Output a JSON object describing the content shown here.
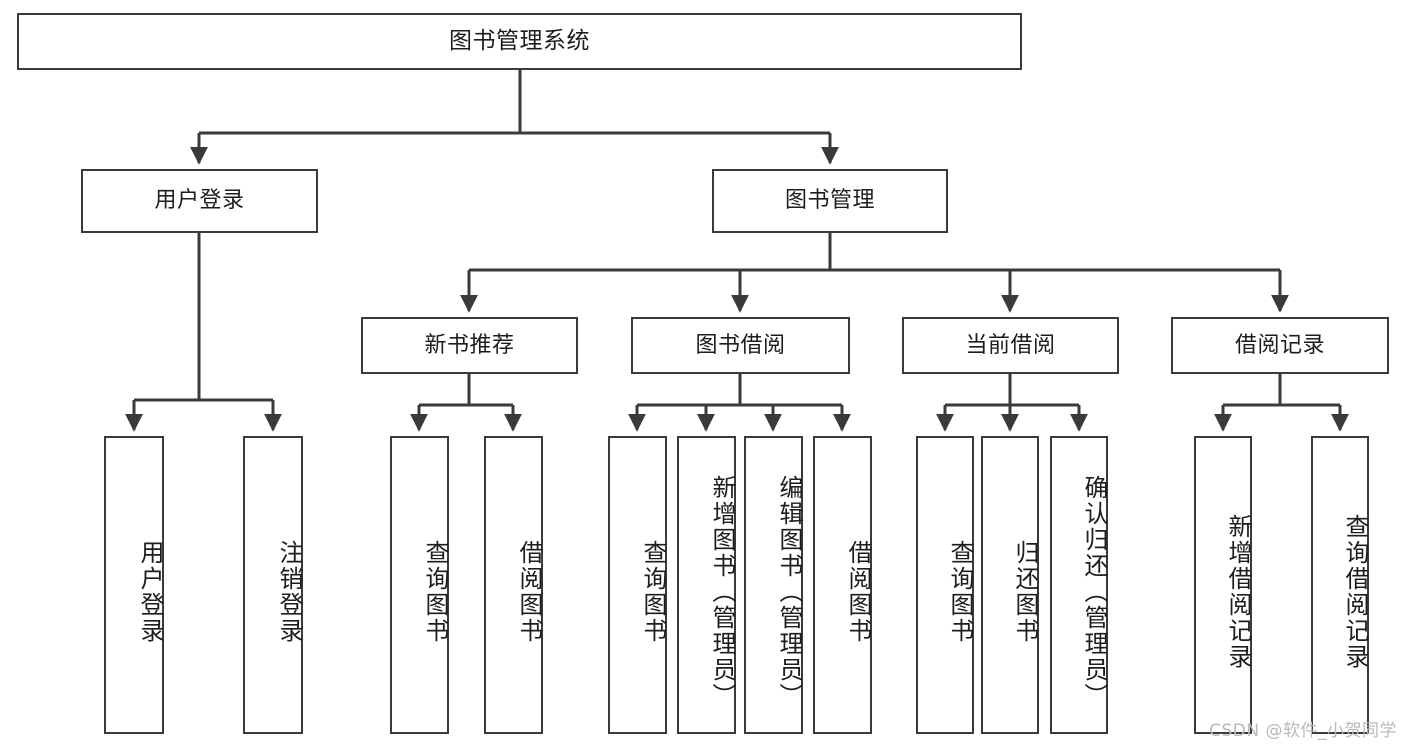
{
  "diagram": {
    "title": "图书管理系统",
    "root": {
      "label": "图书管理系统"
    },
    "level2": [
      {
        "label": "用户登录"
      },
      {
        "label": "图书管理"
      }
    ],
    "level3": [
      {
        "label": "新书推荐"
      },
      {
        "label": "图书借阅"
      },
      {
        "label": "当前借阅"
      },
      {
        "label": "借阅记录"
      }
    ],
    "leaves": {
      "user_login": [
        {
          "label": "用户登录"
        },
        {
          "label": "注销登录"
        }
      ],
      "new_book_recommend": [
        {
          "label": "查询图书"
        },
        {
          "label": "借阅图书"
        }
      ],
      "book_borrow": [
        {
          "label": "查询图书"
        },
        {
          "label": "新增图书（管理员）"
        },
        {
          "label": "编辑图书（管理员）"
        },
        {
          "label": "借阅图书"
        }
      ],
      "current_borrow": [
        {
          "label": "查询图书"
        },
        {
          "label": "归还图书"
        },
        {
          "label": "确认归还（管理员）"
        }
      ],
      "borrow_record": [
        {
          "label": "新增借阅记录"
        },
        {
          "label": "查询借阅记录"
        }
      ]
    }
  },
  "watermark": {
    "text": "CSDN @软件_小贺同学"
  },
  "colors": {
    "border": "#3a3a3a",
    "text": "#1d1d1d",
    "background": "#ffffff",
    "watermark": "#b9b9b9"
  }
}
